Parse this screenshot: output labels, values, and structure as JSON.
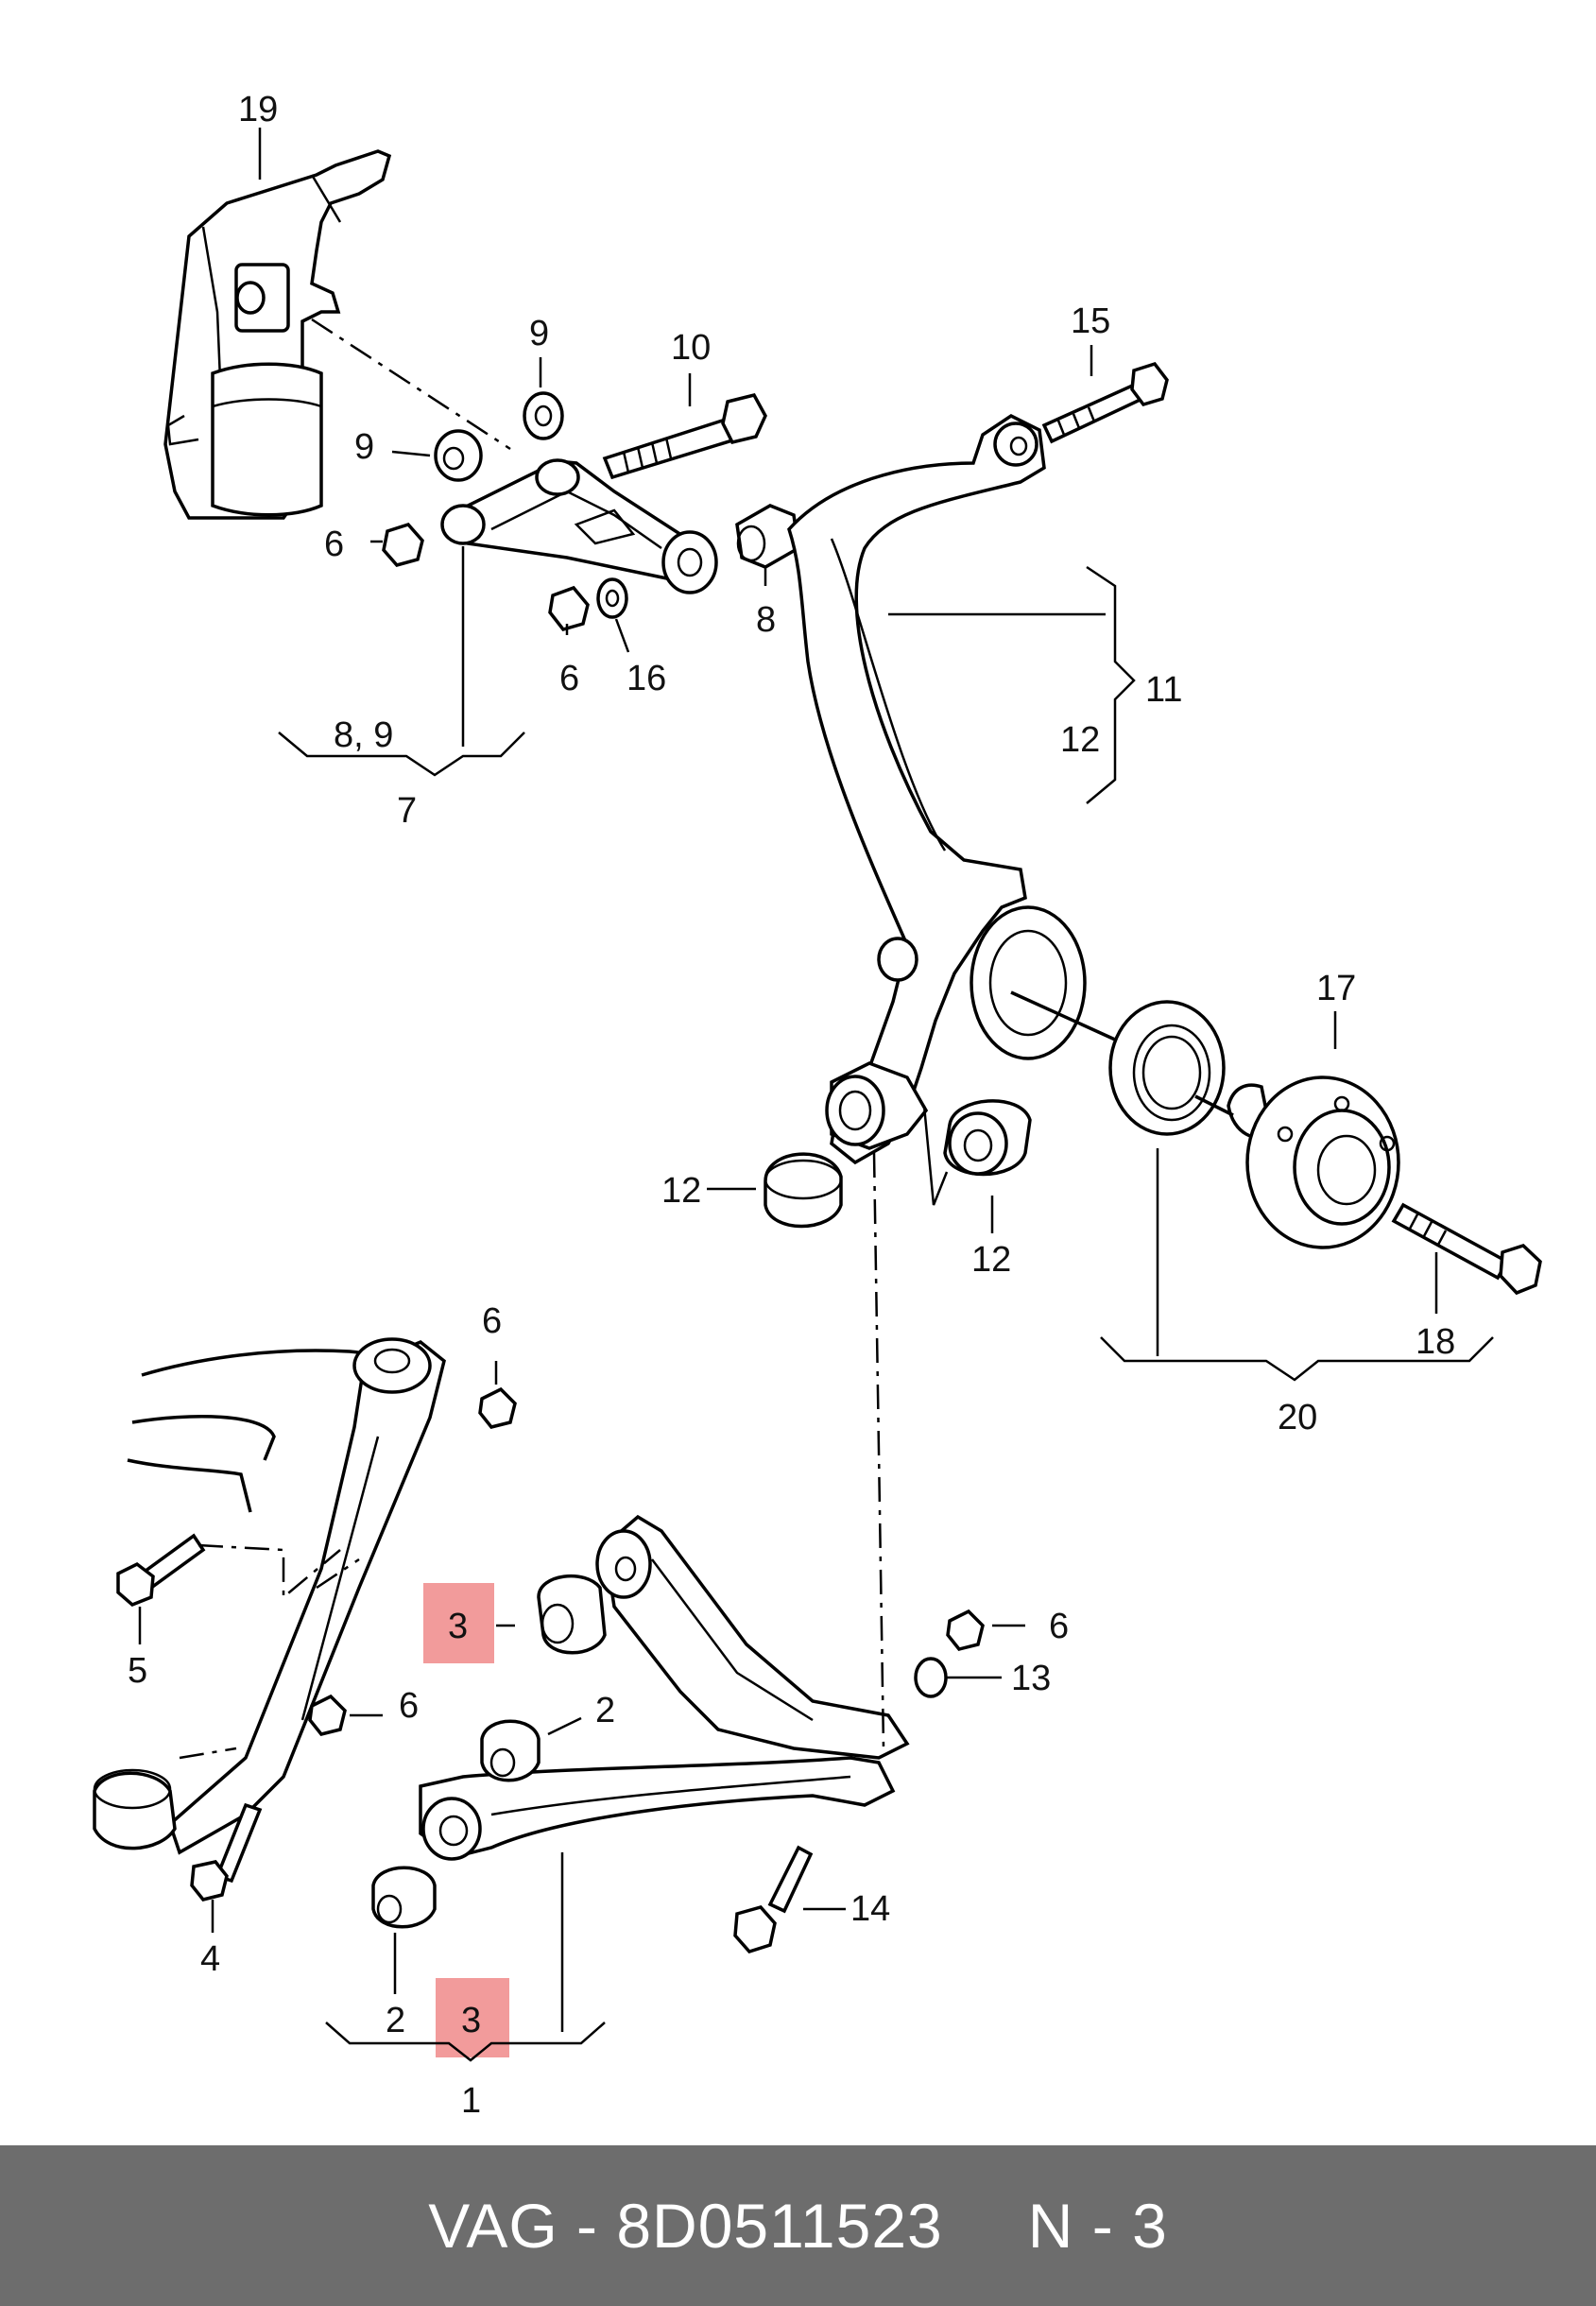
{
  "labels": {
    "l1": "1",
    "l2a": "2",
    "l2b": "2",
    "l3a": "3",
    "l3b": "3",
    "l4": "4",
    "l5": "5",
    "l6a": "6",
    "l6b": "6",
    "l6c": "6",
    "l6d": "6",
    "l6e": "6",
    "l7": "7",
    "l89": "8, 9",
    "l8": "8",
    "l9a": "9",
    "l9b": "9",
    "l10": "10",
    "l11": "11",
    "l12a": "12",
    "l12b": "12",
    "l12c": "12",
    "l13": "13",
    "l14": "14",
    "l15": "15",
    "l16": "16",
    "l17": "17",
    "l18": "18",
    "l19": "19",
    "l20": "20"
  },
  "highlight_color": "#f08a8a",
  "footer": {
    "brand": "VAG - 8D0511523",
    "note": "N - 3"
  }
}
